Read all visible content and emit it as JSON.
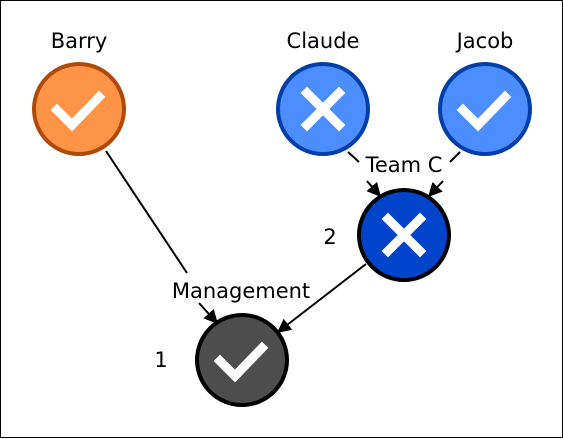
{
  "diagram": {
    "voters": [
      {
        "name": "Barry",
        "vote": "approve",
        "icon": "checkmark-icon",
        "fill": "#ff9447",
        "stroke": "#b04a08"
      },
      {
        "name": "Claude",
        "vote": "reject",
        "icon": "x-mark-icon",
        "fill": "#4c8dff",
        "stroke": "#003ea8"
      },
      {
        "name": "Jacob",
        "vote": "approve",
        "icon": "checkmark-icon",
        "fill": "#4c8dff",
        "stroke": "#003ea8"
      }
    ],
    "groups": [
      {
        "label": "Team C",
        "rank": "2",
        "vote": "reject",
        "icon": "x-mark-icon",
        "fill": "#0044cc",
        "stroke": "#000000"
      },
      {
        "label": "Management",
        "rank": "1",
        "vote": "approve",
        "icon": "checkmark-icon",
        "fill": "#4d4d4d",
        "stroke": "#000000"
      }
    ],
    "colors": {
      "border": "#000000",
      "edge": "#000000",
      "mark": "#ffffff"
    }
  }
}
